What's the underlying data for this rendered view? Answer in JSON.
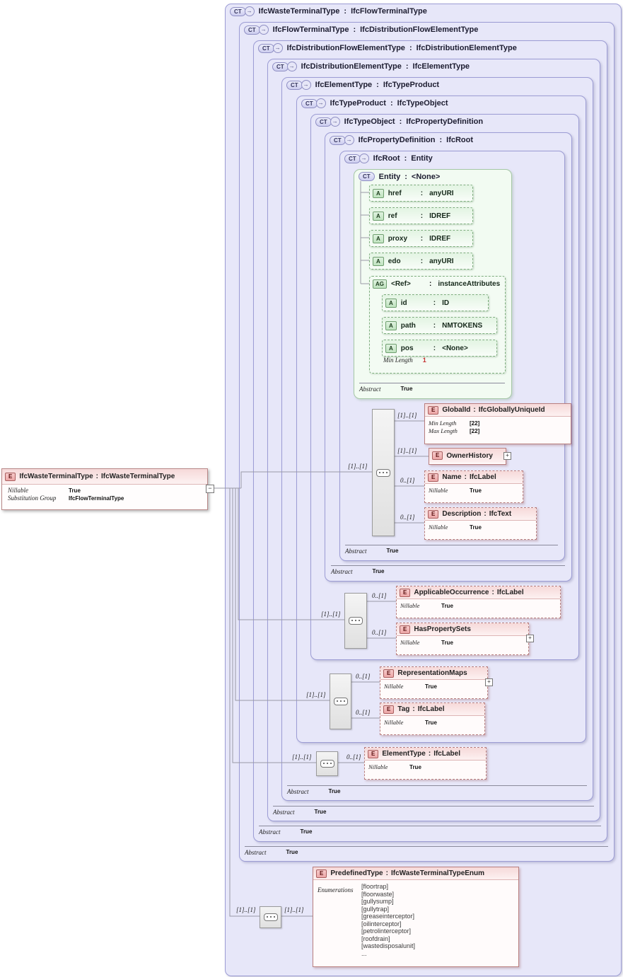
{
  "ui": {
    "colon": ":",
    "ct": "CT",
    "e": "E",
    "a": "A",
    "ag": "AG",
    "plus": "+",
    "collapse": "−",
    "arrow": "→"
  },
  "abstract_label": "Abstract",
  "source": {
    "name": "IfcWasteTerminalType",
    "base": "IfcWasteTerminalType",
    "rows": [
      {
        "label": "Nillable",
        "value": "True"
      },
      {
        "label": "Substitution Group",
        "value": "IfcFlowTerminalType"
      }
    ]
  },
  "hierarchy": [
    {
      "name": "IfcWasteTerminalType",
      "base": "IfcFlowTerminalType"
    },
    {
      "name": "IfcFlowTerminalType",
      "base": "IfcDistributionFlowElementType",
      "abstract": "True"
    },
    {
      "name": "IfcDistributionFlowElementType",
      "base": "IfcDistributionElementType",
      "abstract": "True"
    },
    {
      "name": "IfcDistributionElementType",
      "base": "IfcElementType",
      "abstract": "True"
    },
    {
      "name": "IfcElementType",
      "base": "IfcTypeProduct",
      "abstract": "True"
    },
    {
      "name": "IfcTypeProduct",
      "base": "IfcTypeObject"
    },
    {
      "name": "IfcTypeObject",
      "base": "IfcPropertyDefinition"
    },
    {
      "name": "IfcPropertyDefinition",
      "base": "IfcRoot",
      "abstract": "True"
    },
    {
      "name": "IfcRoot",
      "base": "Entity",
      "abstract": "True"
    },
    {
      "name": "Entity",
      "base": "<None>",
      "abstract": "True"
    }
  ],
  "entity": {
    "attributes": [
      {
        "name": "href",
        "type": "anyURI"
      },
      {
        "name": "ref",
        "type": "IDREF"
      },
      {
        "name": "proxy",
        "type": "IDREF"
      },
      {
        "name": "edo",
        "type": "anyURI"
      }
    ],
    "ref_group": {
      "name": "<Ref>",
      "type": "instanceAttributes",
      "attributes": [
        {
          "name": "id",
          "type": "ID"
        },
        {
          "name": "path",
          "type": "NMTOKENS"
        },
        {
          "name": "pos",
          "type": "<None>"
        }
      ],
      "facet": {
        "label": "Min Length",
        "value": "1"
      }
    }
  },
  "sequences": {
    "root": {
      "card": "[1]..[1]",
      "children": [
        {
          "card": "[1]..[1]",
          "name": "GlobalId",
          "type": "IfcGloballyUniqueId",
          "rows": [
            {
              "label": "Min Length",
              "value": "[22]"
            },
            {
              "label": "Max Length",
              "value": "[22]"
            }
          ]
        },
        {
          "card": "[1]..[1]",
          "name": "OwnerHistory"
        },
        {
          "card": "0..[1]",
          "name": "Name",
          "type": "IfcLabel",
          "rows": [
            {
              "label": "Nillable",
              "value": "True"
            }
          ]
        },
        {
          "card": "0..[1]",
          "name": "Description",
          "type": "IfcText",
          "rows": [
            {
              "label": "Nillable",
              "value": "True"
            }
          ]
        }
      ]
    },
    "type_object": {
      "card": "[1]..[1]",
      "children": [
        {
          "card": "0..[1]",
          "name": "ApplicableOccurrence",
          "type": "IfcLabel",
          "rows": [
            {
              "label": "Nillable",
              "value": "True"
            }
          ]
        },
        {
          "card": "0..[1]",
          "name": "HasPropertySets",
          "rows": [
            {
              "label": "Nillable",
              "value": "True"
            }
          ]
        }
      ]
    },
    "type_product": {
      "card": "[1]..[1]",
      "children": [
        {
          "card": "0..[1]",
          "name": "RepresentationMaps",
          "rows": [
            {
              "label": "Nillable",
              "value": "True"
            }
          ]
        },
        {
          "card": "0..[1]",
          "name": "Tag",
          "type": "IfcLabel",
          "rows": [
            {
              "label": "Nillable",
              "value": "True"
            }
          ]
        }
      ]
    },
    "element_type": {
      "card": "[1]..[1]",
      "children": [
        {
          "card": "0..[1]",
          "name": "ElementType",
          "type": "IfcLabel",
          "rows": [
            {
              "label": "Nillable",
              "value": "True"
            }
          ]
        }
      ]
    },
    "waste_terminal": {
      "card": "[1]..[1]",
      "card2": "[1]..[1]",
      "children": [
        {
          "name": "PredefinedType",
          "type": "IfcWasteTerminalTypeEnum",
          "enum_label": "Enumerations",
          "enums": [
            "[floortrap]",
            "[floorwaste]",
            "[gullysump]",
            "[gullytrap]",
            "[greaseinterceptor]",
            "[oilinterceptor]",
            "[petrolinterceptor]",
            "[roofdrain]",
            "[wastedisposalunit]",
            "..."
          ]
        }
      ]
    }
  }
}
